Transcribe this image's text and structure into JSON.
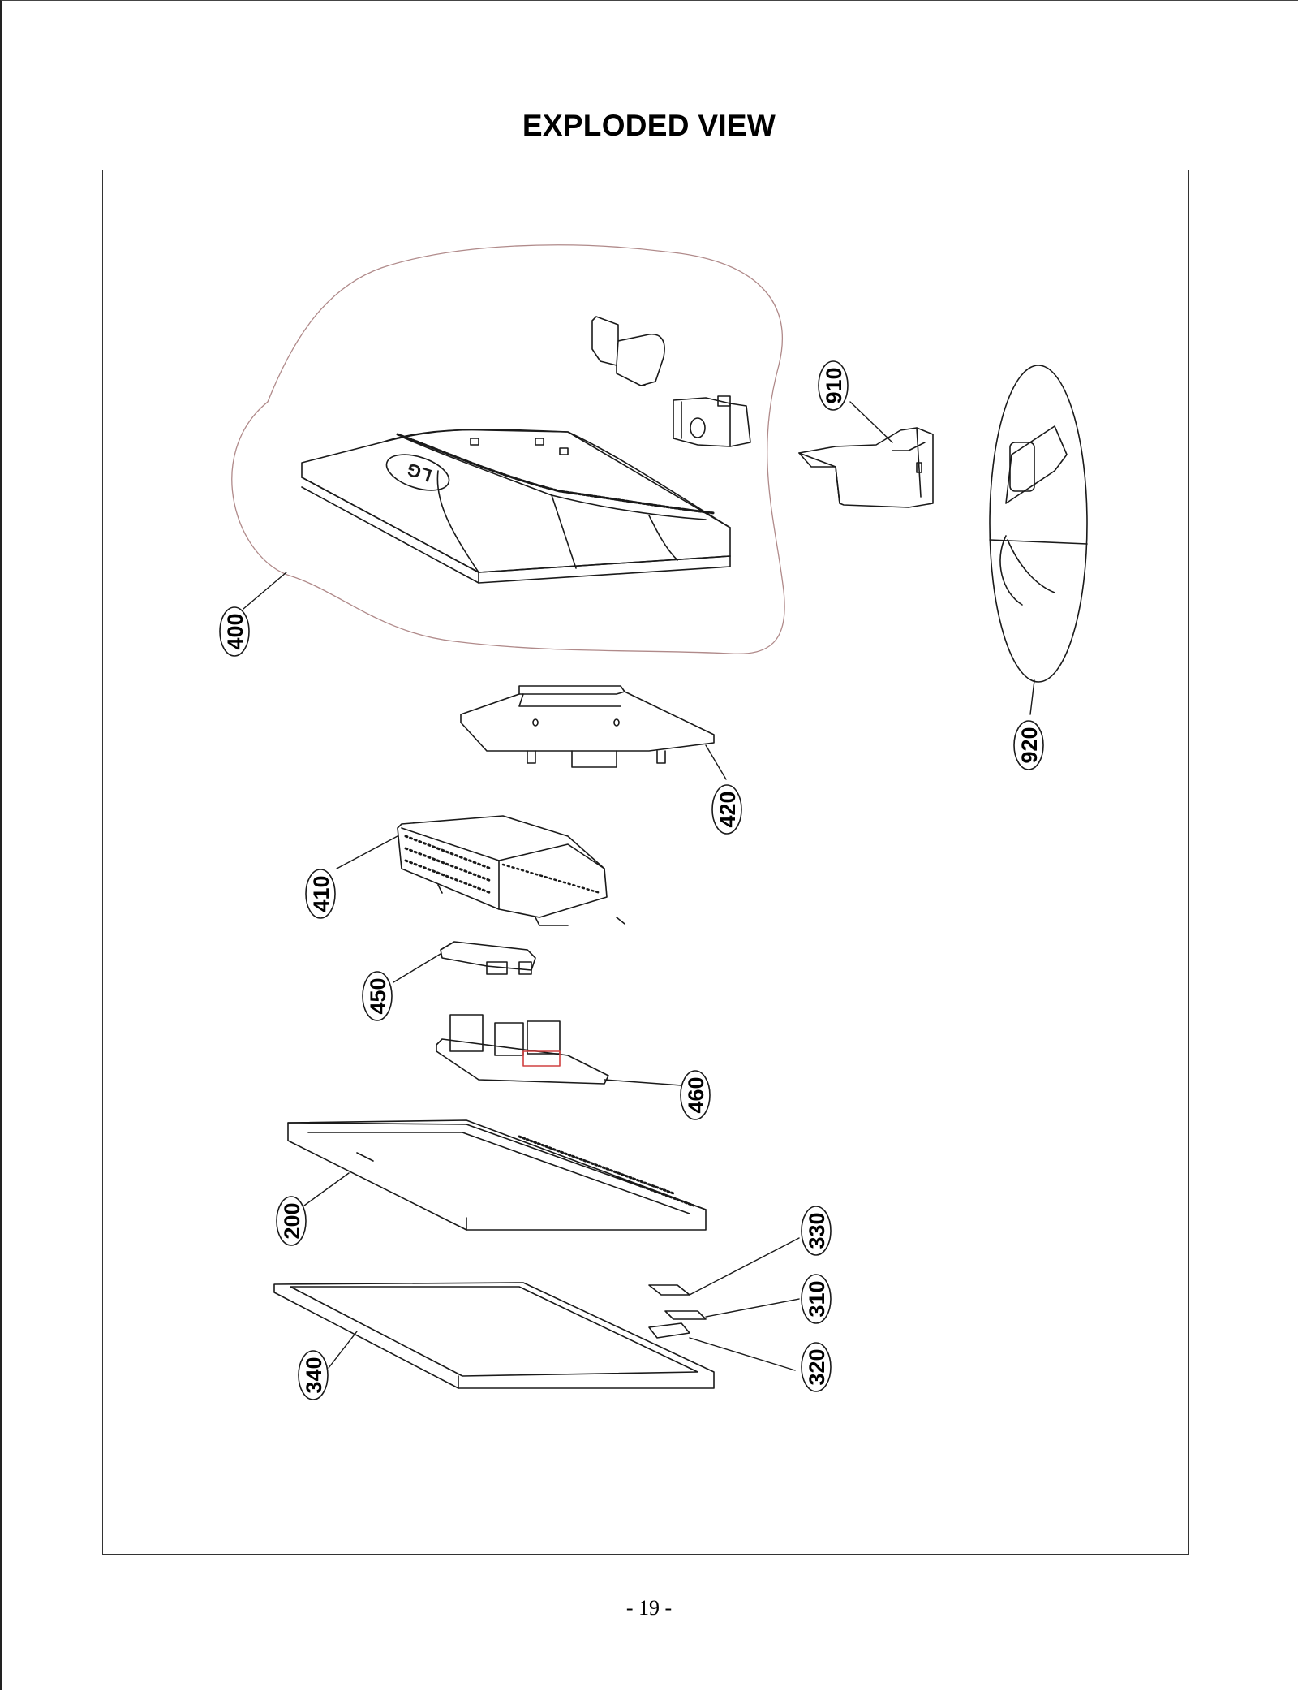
{
  "title": "EXPLODED VIEW",
  "page_number": "- 19 -",
  "logo_text": "LG",
  "colors": {
    "line": "#1a1a1a",
    "group_outline": "#b08a8a",
    "highlight": "#d04040"
  },
  "callouts": {
    "c400": "400",
    "c910": "910",
    "c920": "920",
    "c420": "420",
    "c410": "410",
    "c450": "450",
    "c460": "460",
    "c200": "200",
    "c330": "330",
    "c310": "310",
    "c320": "320",
    "c340": "340"
  }
}
